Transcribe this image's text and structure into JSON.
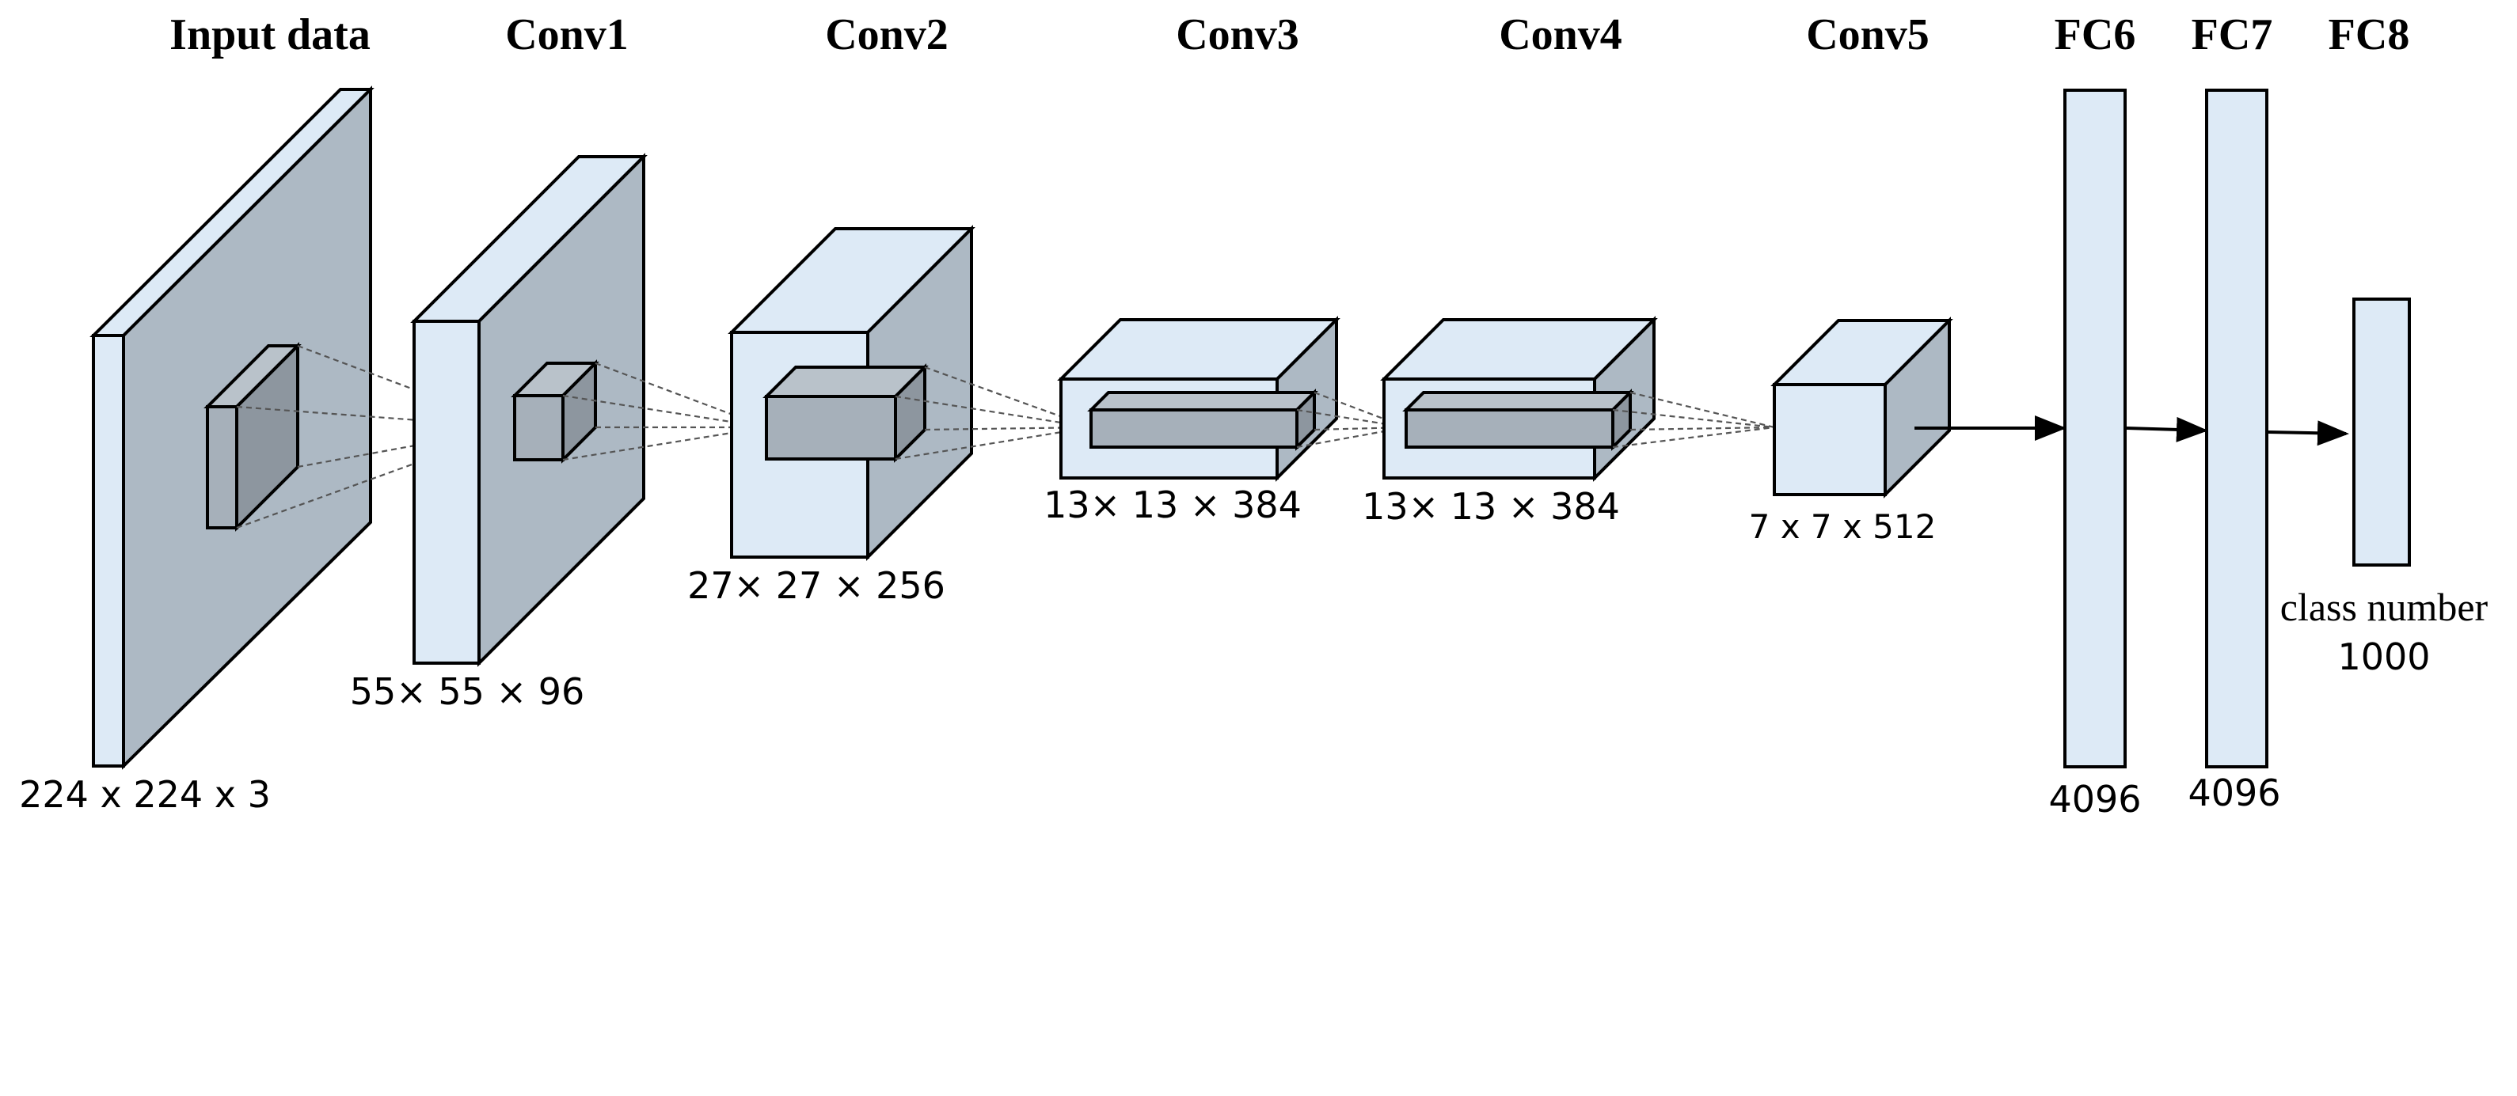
{
  "layers": [
    {
      "title": "Input data",
      "dims": "224 x 224 x 3"
    },
    {
      "title": "Conv1",
      "dims": "55× 55 × 96"
    },
    {
      "title": "Conv2",
      "dims": "27× 27 × 256"
    },
    {
      "title": "Conv3",
      "dims": "13× 13 × 384"
    },
    {
      "title": "Conv4",
      "dims": "13× 13 × 384"
    },
    {
      "title": "Conv5",
      "dims": "7 x 7 x 512"
    },
    {
      "title": "FC6",
      "dims": "4096"
    },
    {
      "title": "FC7",
      "dims": "4096"
    },
    {
      "title": "FC8",
      "dims": "1000",
      "note": "class number"
    }
  ],
  "colors": {
    "block_face": "#ddeaf6",
    "block_side": "#adb9c4",
    "kernel": "#a6b0ba",
    "stroke": "#000000"
  }
}
